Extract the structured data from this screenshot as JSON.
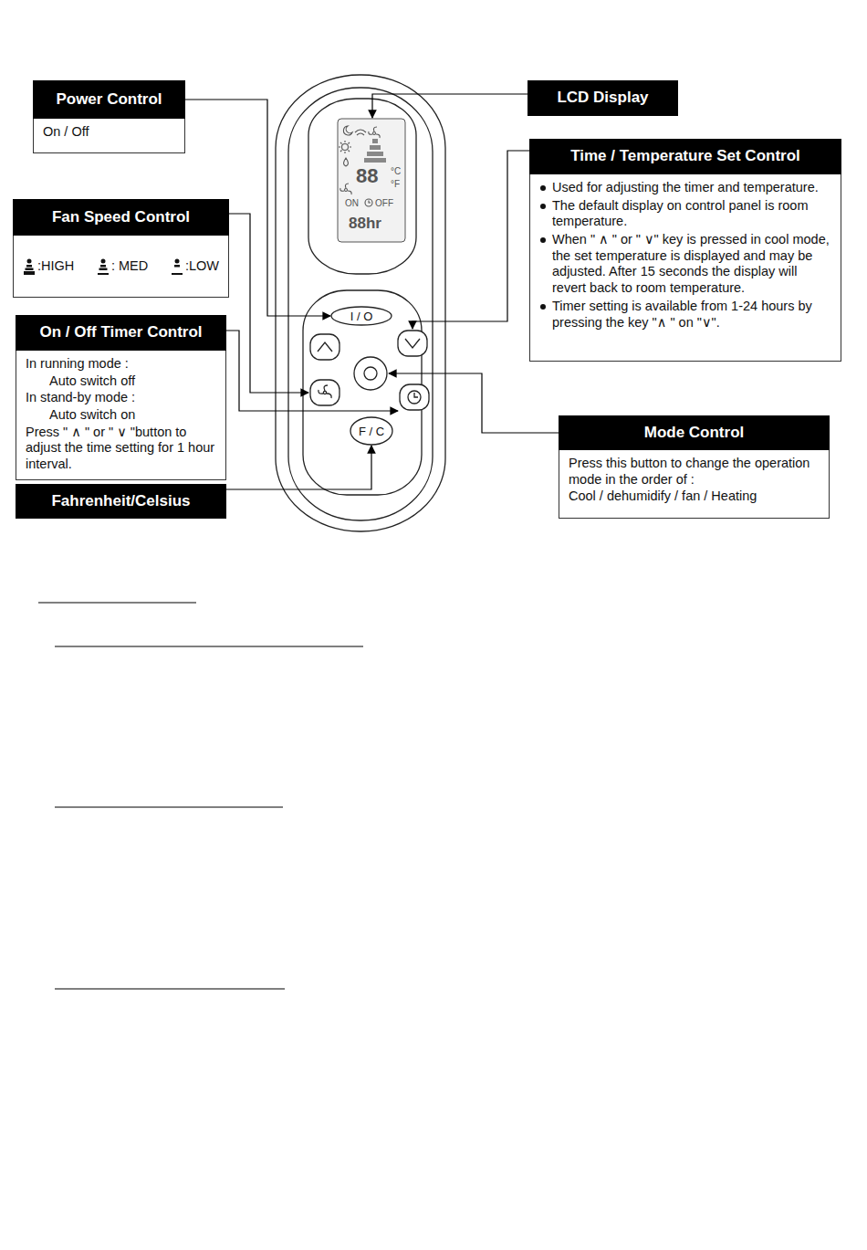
{
  "diagram": {
    "nodes": [
      {
        "text": [
          "Power Control",
          "On / Off"
        ]
      },
      {
        "text": [
          "LCD Display"
        ]
      },
      {
        "text": [
          "Time / Temperature Set Control",
          "Used for adjusting the timer and temperature.",
          "The default display on control panel is room temperature.",
          "When \" ∧ \" or \" ∨\" key is pressed in cool mode, the set temperature is displayed and may be adjusted. After 15 seconds the display will revert back to room temperature.",
          "Timer setting is available from 1-24 hours by pressing the key \"∧ \" on \"∨\"."
        ]
      },
      {
        "text": [
          "Fan Speed Control",
          ":HIGH",
          ": MED",
          ":LOW"
        ]
      },
      {
        "text": [
          "I / O"
        ]
      },
      {
        "text": [
          "On / Off Timer Control",
          "In running mode :",
          "Auto switch off",
          "In stand-by mode :",
          "Auto switch on",
          "Press \" ∧ \" or \" ∨ \"button to adjust the time setting for 1 hour interval."
        ]
      },
      {
        "text": [
          "Mode Control",
          "Press this button to change the operation mode in the order of :",
          "Cool / dehumidify / fan / Heating"
        ]
      },
      {
        "text": [
          "F / C"
        ]
      },
      {
        "text": [
          "Fahrenheit/Celsius"
        ]
      }
    ],
    "edges": [
      {
        "from": 0,
        "to": 4,
        "arrow": "to"
      },
      {
        "from": 8,
        "to": 7,
        "arrow": "to"
      }
    ],
    "labels": [
      "88",
      "°C",
      "°F",
      "ON",
      "OFF",
      "88hr"
    ]
  }
}
